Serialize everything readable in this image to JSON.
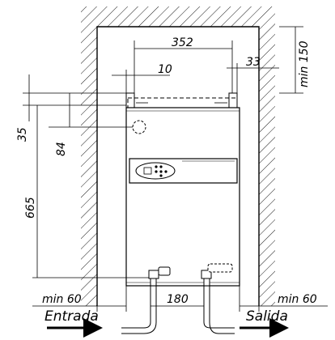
{
  "dimensions": {
    "width_between_brackets": "352",
    "bracket_offset_left": "10",
    "bracket_offset_right": "33",
    "top_clearance": "min 150",
    "top_offset": "35",
    "pipe_center_offset": "84",
    "height": "665",
    "left_clearance": "min 60",
    "right_clearance": "min 60",
    "pipe_spacing": "180"
  },
  "labels": {
    "inlet": "Entrada",
    "outlet": "Salida"
  }
}
